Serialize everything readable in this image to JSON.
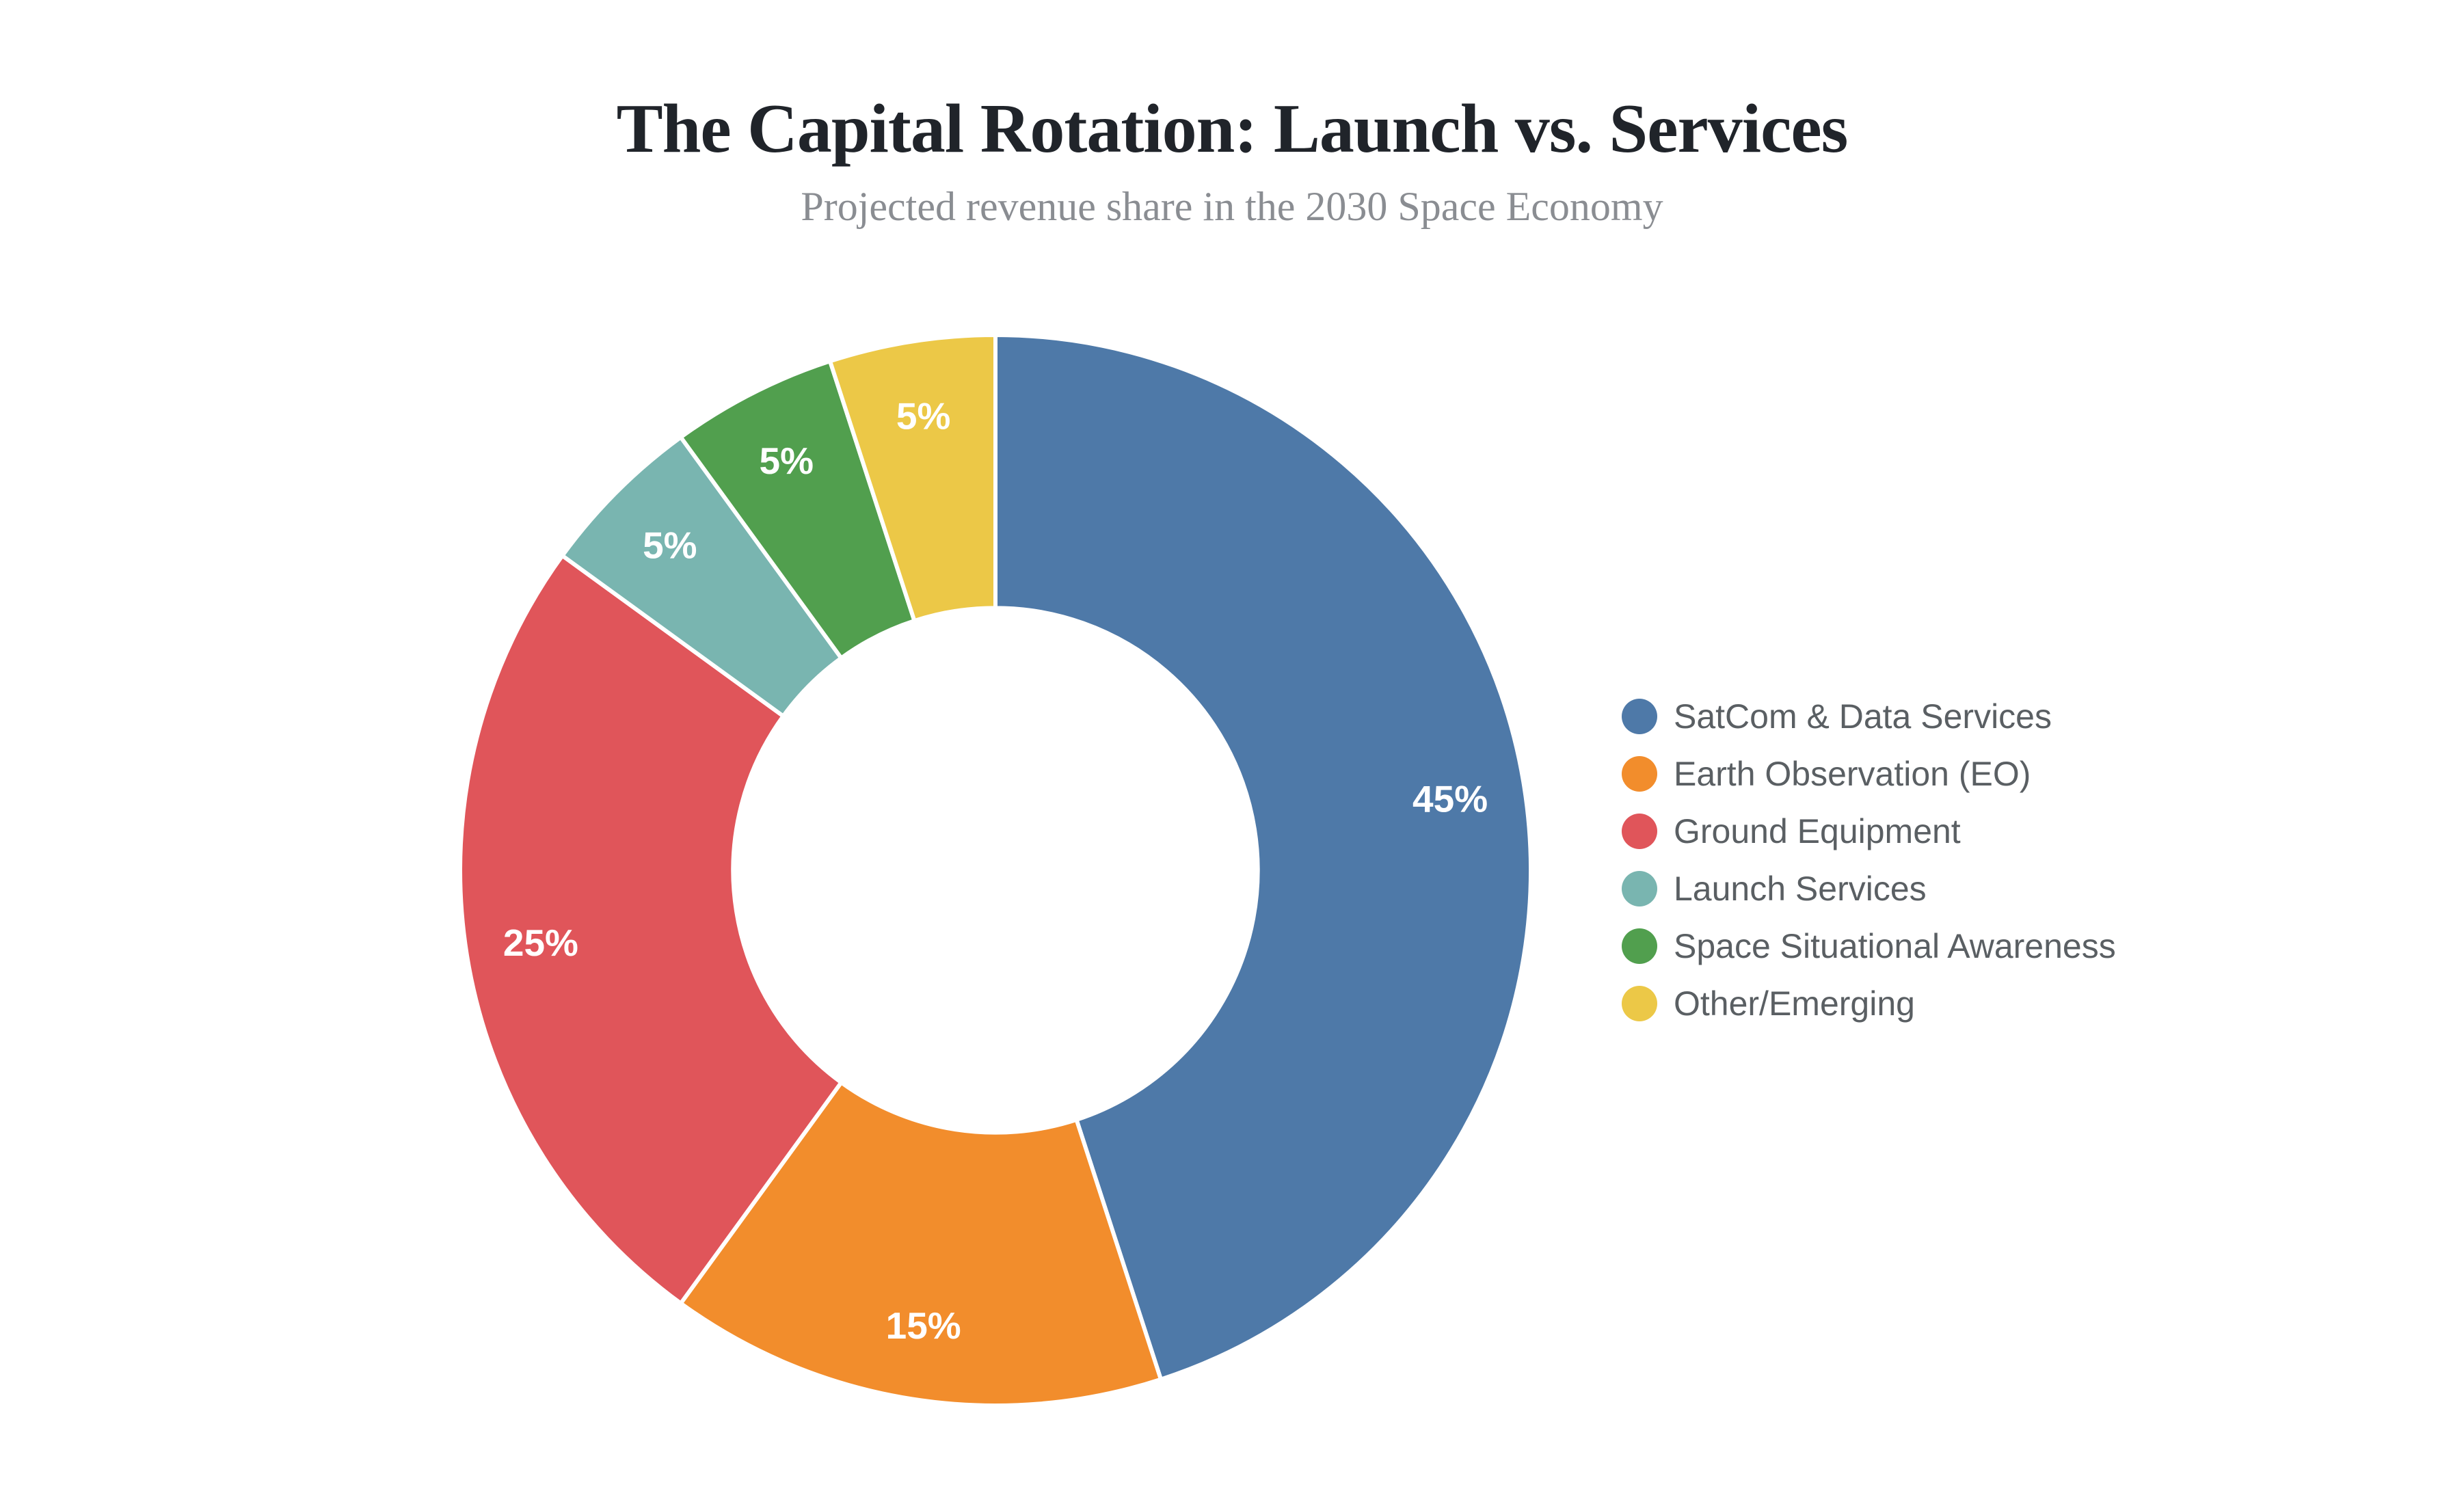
{
  "chart_data": {
    "type": "pie",
    "variant": "donut",
    "title": "The Capital Rotation: Launch vs. Services",
    "subtitle": "Projected revenue share in the 2030 Space Economy",
    "categories": [
      "SatCom & Data Services",
      "Earth Observation (EO)",
      "Ground Equipment",
      "Launch Services",
      "Space Situational Awareness",
      "Other/Emerging"
    ],
    "values": [
      45,
      15,
      25,
      5,
      5,
      5
    ],
    "value_labels": [
      "45%",
      "15%",
      "25%",
      "5%",
      "5%",
      "5%"
    ],
    "colors": [
      "#4e79a8",
      "#f28d2c",
      "#e0555a",
      "#79b5b0",
      "#519f4e",
      "#ecc847"
    ],
    "start_angle_deg_from_top": 0,
    "direction": "clockwise",
    "inner_radius_ratio": 0.49,
    "label_radius_ratio": 0.86,
    "slice_border_color": "#ffffff",
    "slice_label_color": "#ffffff",
    "legend_position": "right",
    "background_color": "#ffffff"
  }
}
